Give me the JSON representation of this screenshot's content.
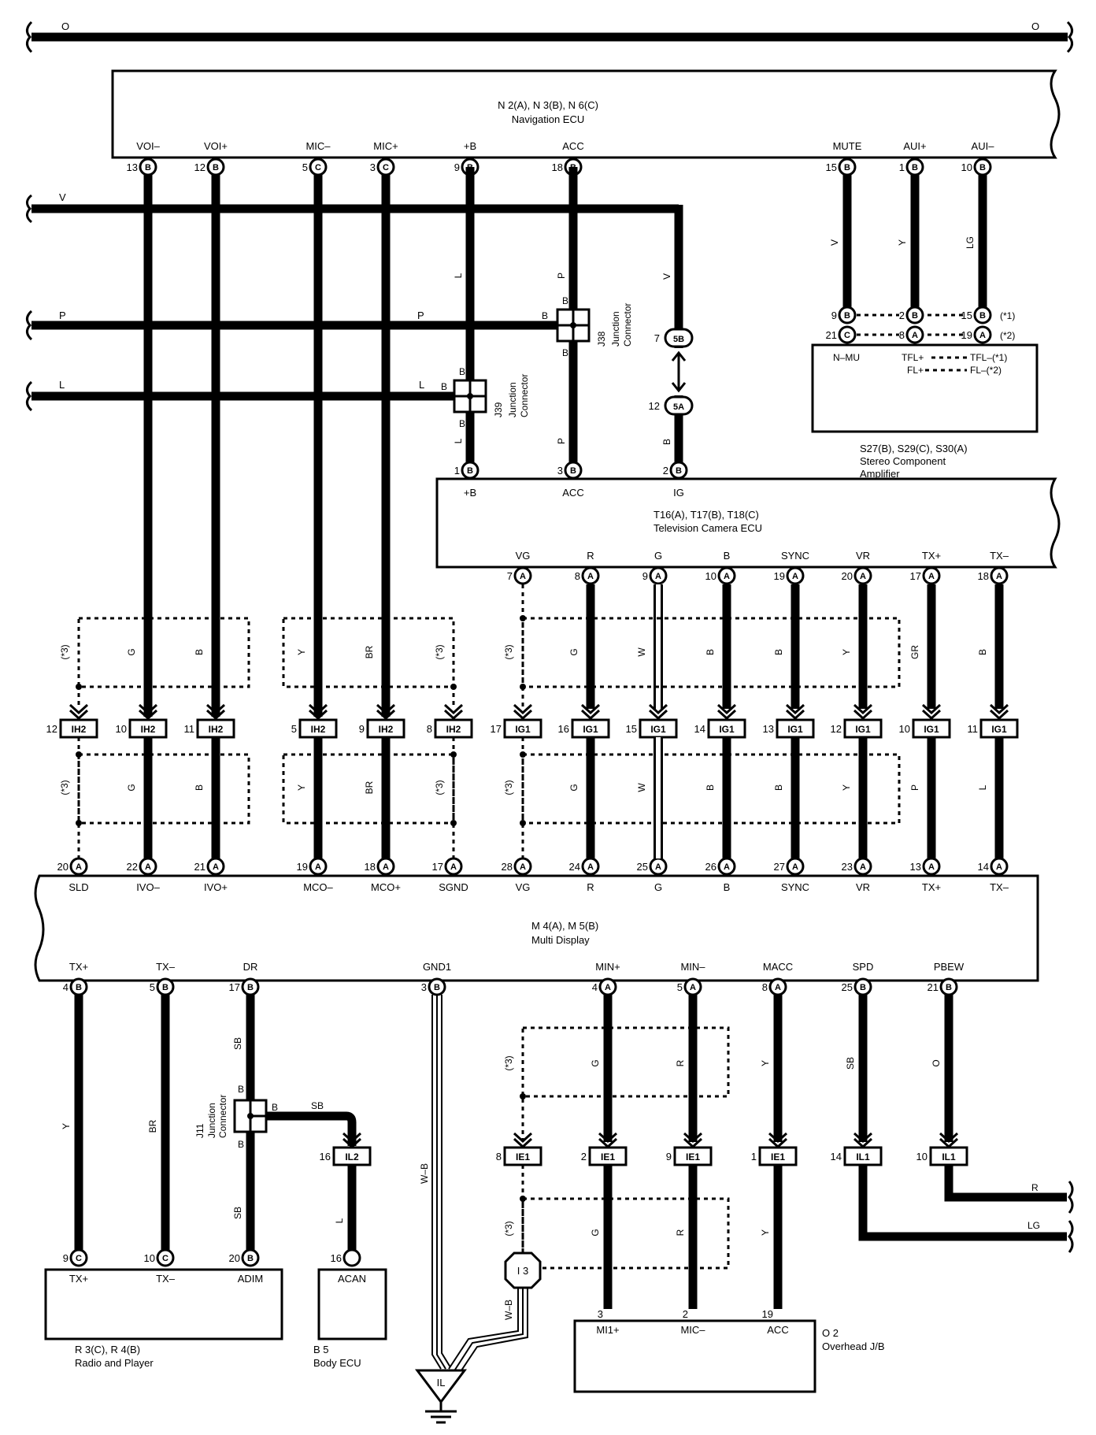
{
  "colors": {
    "wire": "#000000",
    "background": "#ffffff"
  },
  "top_rail": {
    "left": "O",
    "right": "O"
  },
  "side_rails": {
    "v": "V",
    "p": "P",
    "l": "L"
  },
  "nav_ecu": {
    "title": "N 2(A), N 3(B), N 6(C)",
    "name": "Navigation ECU",
    "pins": [
      {
        "label": "VOI–",
        "num": "13",
        "conn": "B",
        "wire": "G"
      },
      {
        "label": "VOI+",
        "num": "12",
        "conn": "B",
        "wire": "B"
      },
      {
        "label": "MIC–",
        "num": "5",
        "conn": "C",
        "wire": "Y"
      },
      {
        "label": "MIC+",
        "num": "3",
        "conn": "C",
        "wire": "BR"
      },
      {
        "label": "+B",
        "num": "9",
        "conn": "B",
        "wire": "L"
      },
      {
        "label": "ACC",
        "num": "18",
        "conn": "B",
        "wire": "P"
      },
      {
        "label": "MUTE",
        "num": "15",
        "conn": "B",
        "wire": "V"
      },
      {
        "label": "AUI+",
        "num": "1",
        "conn": "B",
        "wire": "Y"
      },
      {
        "label": "AUI–",
        "num": "10",
        "conn": "B",
        "wire": "LG"
      }
    ]
  },
  "junctions": {
    "j38": {
      "id": "J38",
      "name": "Junction",
      "name2": "Connector",
      "pin": "B"
    },
    "j39": {
      "id": "J39",
      "name": "Junction",
      "name2": "Connector",
      "pin": "B"
    },
    "j11": {
      "id": "J11",
      "name": "Junction",
      "name2": "Connector",
      "pin": "B"
    }
  },
  "ig_splice": {
    "top_num": "7",
    "top": "5B",
    "bot_num": "12",
    "bot": "5A",
    "wire_v": "V",
    "wire_b": "B"
  },
  "amp": {
    "title": "S27(B), S29(C), S30(A)",
    "name": "Stereo Component",
    "name2": "Amplifier",
    "row1": [
      {
        "num": "9",
        "conn": "B"
      },
      {
        "num": "2",
        "conn": "B"
      },
      {
        "num": "15",
        "conn": "B"
      }
    ],
    "row2": [
      {
        "num": "21",
        "conn": "C"
      },
      {
        "num": "8",
        "conn": "A"
      },
      {
        "num": "19",
        "conn": "A"
      }
    ],
    "note1": "(*1)",
    "note2": "(*2)",
    "lbl_nmu": "N–MU",
    "lbl_tfl_plus": "TFL+",
    "lbl_tfl_minus": "TFL–(*1)",
    "lbl_fl_plus": "FL+",
    "lbl_fl_minus": "FL–(*2)"
  },
  "tv_ecu": {
    "title": "T16(A), T17(B), T18(C)",
    "name": "Television Camera ECU",
    "top_pins": [
      {
        "label": "+B",
        "num": "1",
        "conn": "B"
      },
      {
        "label": "ACC",
        "num": "3",
        "conn": "B"
      },
      {
        "label": "IG",
        "num": "2",
        "conn": "B"
      }
    ],
    "bottom_pins": [
      {
        "label": "VG",
        "num": "7",
        "conn": "A"
      },
      {
        "label": "R",
        "num": "8",
        "conn": "A"
      },
      {
        "label": "G",
        "num": "9",
        "conn": "A"
      },
      {
        "label": "B",
        "num": "10",
        "conn": "A"
      },
      {
        "label": "SYNC",
        "num": "19",
        "conn": "A"
      },
      {
        "label": "VR",
        "num": "20",
        "conn": "A"
      },
      {
        "label": "TX+",
        "num": "17",
        "conn": "A"
      },
      {
        "label": "TX–",
        "num": "18",
        "conn": "A"
      }
    ]
  },
  "shield_note": "(*3)",
  "ih2": [
    {
      "num": "12",
      "id": "IH2"
    },
    {
      "num": "10",
      "id": "IH2"
    },
    {
      "num": "11",
      "id": "IH2"
    },
    {
      "num": "5",
      "id": "IH2"
    },
    {
      "num": "9",
      "id": "IH2"
    },
    {
      "num": "8",
      "id": "IH2"
    }
  ],
  "ig1": [
    {
      "num": "17",
      "id": "IG1"
    },
    {
      "num": "16",
      "id": "IG1"
    },
    {
      "num": "15",
      "id": "IG1"
    },
    {
      "num": "14",
      "id": "IG1"
    },
    {
      "num": "13",
      "id": "IG1"
    },
    {
      "num": "12",
      "id": "IG1"
    },
    {
      "num": "10",
      "id": "IG1"
    },
    {
      "num": "11",
      "id": "IG1"
    }
  ],
  "upper_wires": [
    "G",
    "B",
    "Y",
    "BR",
    "G",
    "W",
    "B",
    "B",
    "Y",
    "GR",
    "B"
  ],
  "lower_wires": [
    "G",
    "B",
    "Y",
    "BR",
    "G",
    "W",
    "B",
    "B",
    "Y",
    "P",
    "L"
  ],
  "multi_display": {
    "title": "M 4(A), M 5(B)",
    "name": "Multi Display",
    "top_pins": [
      {
        "label": "SLD",
        "num": "20",
        "conn": "A"
      },
      {
        "label": "IVO–",
        "num": "22",
        "conn": "A"
      },
      {
        "label": "IVO+",
        "num": "21",
        "conn": "A"
      },
      {
        "label": "MCO–",
        "num": "19",
        "conn": "A"
      },
      {
        "label": "MCO+",
        "num": "18",
        "conn": "A"
      },
      {
        "label": "SGND",
        "num": "17",
        "conn": "A"
      },
      {
        "label": "VG",
        "num": "28",
        "conn": "A"
      },
      {
        "label": "R",
        "num": "24",
        "conn": "A"
      },
      {
        "label": "G",
        "num": "25",
        "conn": "A"
      },
      {
        "label": "B",
        "num": "26",
        "conn": "A"
      },
      {
        "label": "SYNC",
        "num": "27",
        "conn": "A"
      },
      {
        "label": "VR",
        "num": "23",
        "conn": "A"
      },
      {
        "label": "TX+",
        "num": "13",
        "conn": "A"
      },
      {
        "label": "TX–",
        "num": "14",
        "conn": "A"
      }
    ],
    "bottom_pins": [
      {
        "label": "TX+",
        "num": "4",
        "conn": "B",
        "wire": "Y"
      },
      {
        "label": "TX–",
        "num": "5",
        "conn": "B",
        "wire": "BR"
      },
      {
        "label": "DR",
        "num": "17",
        "conn": "B",
        "wire": "SB"
      },
      {
        "label": "GND1",
        "num": "3",
        "conn": "B",
        "wire": "W–B"
      },
      {
        "label": "MIN+",
        "num": "4",
        "conn": "A",
        "wire": "G"
      },
      {
        "label": "MIN–",
        "num": "5",
        "conn": "A",
        "wire": "R"
      },
      {
        "label": "MACC",
        "num": "8",
        "conn": "A",
        "wire": "Y"
      },
      {
        "label": "SPD",
        "num": "25",
        "conn": "B",
        "wire": "SB"
      },
      {
        "label": "PBEW",
        "num": "21",
        "conn": "B",
        "wire": "O"
      }
    ]
  },
  "ie1": [
    {
      "num": "8",
      "id": "IE1"
    },
    {
      "num": "2",
      "id": "IE1"
    },
    {
      "num": "9",
      "id": "IE1"
    },
    {
      "num": "1",
      "id": "IE1"
    }
  ],
  "il1": [
    {
      "num": "14",
      "id": "IL1"
    },
    {
      "num": "10",
      "id": "IL1"
    }
  ],
  "il2": {
    "num": "16",
    "id": "IL2"
  },
  "radio": {
    "title": "R 3(C), R 4(B)",
    "name": "Radio and Player",
    "pins": [
      {
        "label": "TX+",
        "num": "9",
        "conn": "C"
      },
      {
        "label": "TX–",
        "num": "10",
        "conn": "C"
      },
      {
        "label": "ADIM",
        "num": "20",
        "conn": "B"
      }
    ]
  },
  "body_ecu": {
    "title": "B 5",
    "name": "Body ECU",
    "pin_label": "ACAN",
    "num": "16",
    "wire_sb": "SB",
    "wire_l": "L"
  },
  "ground": {
    "id": "IL",
    "wire": "W–B"
  },
  "i3": {
    "id": "I 3"
  },
  "overhead": {
    "title": "O 2",
    "name": "Overhead J/B",
    "pins": [
      {
        "label": "MI1+",
        "num": "3"
      },
      {
        "label": "MIC–",
        "num": "2"
      },
      {
        "label": "ACC",
        "num": "19"
      }
    ]
  },
  "right_exits": {
    "r": "R",
    "lg": "LG"
  }
}
